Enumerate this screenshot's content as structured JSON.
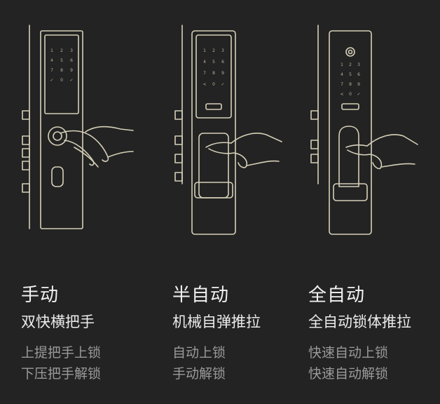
{
  "columns": [
    {
      "mode": "手动",
      "spec": "双快横把手",
      "ops": [
        "上提把手上锁",
        "下压把手解锁"
      ],
      "keypad": [
        "1",
        "2",
        "3",
        "4",
        "5",
        "6",
        "7",
        "8",
        "9",
        "✓",
        "0",
        "✓"
      ]
    },
    {
      "mode": "半自动",
      "spec": "机械自弹推拉",
      "ops": [
        "自动上锁",
        "手动解锁"
      ],
      "keypad": [
        "1",
        "2",
        "3",
        "4",
        "5",
        "6",
        "7",
        "8",
        "9",
        "<",
        "0",
        "✓"
      ]
    },
    {
      "mode": "全自动",
      "spec": "全自动锁体推拉",
      "ops": [
        "快速自动上锁",
        "快速自动解锁"
      ],
      "keypad": [
        "1",
        "2",
        "3",
        "4",
        "5",
        "6",
        "7",
        "8",
        "9",
        "<",
        "0",
        "✓"
      ]
    }
  ],
  "colors": {
    "background": "#232323",
    "line": "#d6d0b8",
    "text_primary": "#f2f2f2",
    "text_secondary": "#9a9a9a"
  }
}
